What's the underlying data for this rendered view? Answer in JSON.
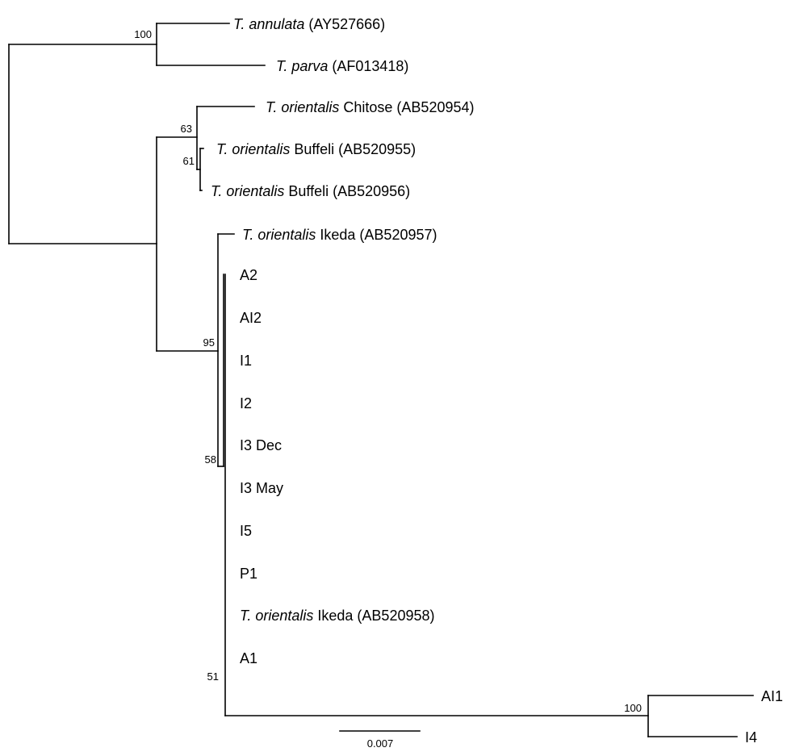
{
  "tree": {
    "taxa": [
      {
        "id": "annulata",
        "species": "T. annulata",
        "rest": " (AY527666)"
      },
      {
        "id": "parva",
        "species": "T. parva",
        "rest": " (AF013418)"
      },
      {
        "id": "chitose",
        "species": "T. orientalis",
        "rest": " Chitose (AB520954)"
      },
      {
        "id": "buffeli55",
        "species": "T. orientalis",
        "rest": " Buffeli (AB520955)"
      },
      {
        "id": "buffeli56",
        "species": "T. orientalis",
        "rest": " Buffeli (AB520956)"
      },
      {
        "id": "ikeda57",
        "species": "T. orientalis",
        "rest": " Ikeda (AB520957)"
      },
      {
        "id": "A2",
        "species": "",
        "rest": "A2"
      },
      {
        "id": "AI2",
        "species": "",
        "rest": "AI2"
      },
      {
        "id": "I1",
        "species": "",
        "rest": "I1"
      },
      {
        "id": "I2",
        "species": "",
        "rest": "I2"
      },
      {
        "id": "I3Dec",
        "species": "",
        "rest": "I3 Dec"
      },
      {
        "id": "I3May",
        "species": "",
        "rest": "I3 May"
      },
      {
        "id": "I5",
        "species": "",
        "rest": "I5"
      },
      {
        "id": "P1",
        "species": "",
        "rest": "P1"
      },
      {
        "id": "ikeda58",
        "species": "T. orientalis",
        "rest": " Ikeda (AB520958)"
      },
      {
        "id": "A1",
        "species": "",
        "rest": "A1"
      },
      {
        "id": "AI1",
        "species": "",
        "rest": "AI1"
      },
      {
        "id": "I4",
        "species": "",
        "rest": "I4"
      }
    ],
    "support_values": [
      {
        "id": "annulata-parva",
        "value": "100"
      },
      {
        "id": "orientalis-group-1",
        "value": "63"
      },
      {
        "id": "buffeli-pair",
        "value": "61"
      },
      {
        "id": "ikeda-clade",
        "value": "95"
      },
      {
        "id": "isolate-clade",
        "value": "58"
      },
      {
        "id": "isolate-subclade",
        "value": "51"
      },
      {
        "id": "AI1-I4",
        "value": "100"
      }
    ],
    "scale_bar": {
      "label": "0.007"
    }
  }
}
